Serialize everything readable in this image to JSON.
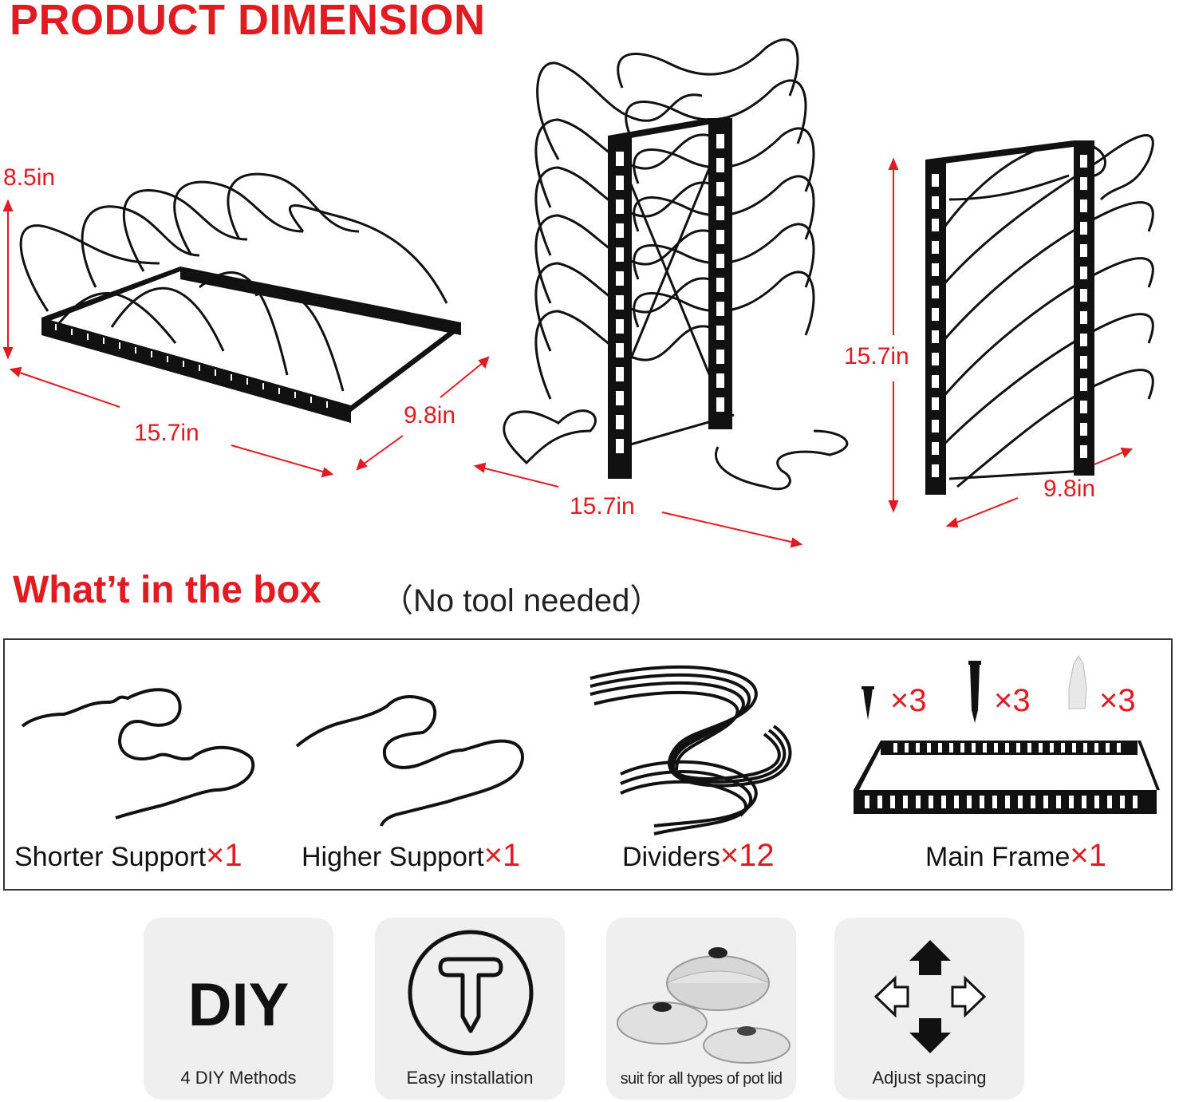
{
  "headings": {
    "dimension": "PRODUCT DIMENSION",
    "in_box": "What’t in the box",
    "in_box_note": "（No tool needed）"
  },
  "dimensions": {
    "horizontal_view": {
      "height": "8.5in",
      "length": "15.7in",
      "width": "9.8in"
    },
    "upright_view": {
      "length": "15.7in"
    },
    "side_view": {
      "height": "15.7in",
      "width": "9.8in"
    }
  },
  "parts": [
    {
      "name": "Shorter Support",
      "qty": "×1"
    },
    {
      "name": "Higher Support",
      "qty": "×1"
    },
    {
      "name": "Dividers",
      "qty": "×12"
    },
    {
      "name": "Main Frame",
      "qty": "×1"
    }
  ],
  "hardware": [
    {
      "item": "short-screw-icon",
      "qty": "×3"
    },
    {
      "item": "long-screw-icon",
      "qty": "×3"
    },
    {
      "item": "wall-anchor-icon",
      "qty": "×3"
    }
  ],
  "features": [
    {
      "icon": "diy-icon",
      "icon_text": "DIY",
      "caption": "4 DIY Methods"
    },
    {
      "icon": "screw-icon",
      "caption": "Easy installation"
    },
    {
      "icon": "pot-lids-icon",
      "caption": "suit for all types of pot lid"
    },
    {
      "icon": "four-arrows-icon",
      "caption": "Adjust spacing"
    }
  ],
  "colors": {
    "accent": "#e11b22",
    "product": "#111111",
    "card": "#efefef"
  }
}
